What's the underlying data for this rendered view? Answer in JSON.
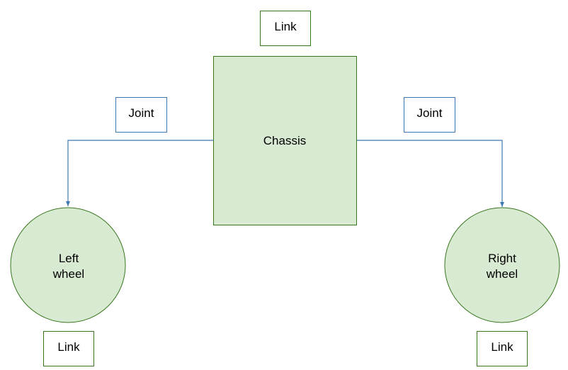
{
  "colors": {
    "node_fill": "#d9ead3",
    "node_stroke": "#38761d",
    "label_stroke_green": "#38761d",
    "label_stroke_blue": "#3d78b5",
    "arrow": "#3d78b5",
    "text": "#000000"
  },
  "nodes": {
    "chassis": {
      "label": "Chassis"
    },
    "left_wheel": {
      "line1": "Left",
      "line2": "wheel"
    },
    "right_wheel": {
      "line1": "Right",
      "line2": "wheel"
    }
  },
  "labels": {
    "chassis_link": "Link",
    "left_joint": "Joint",
    "right_joint": "Joint",
    "left_link": "Link",
    "right_link": "Link"
  }
}
